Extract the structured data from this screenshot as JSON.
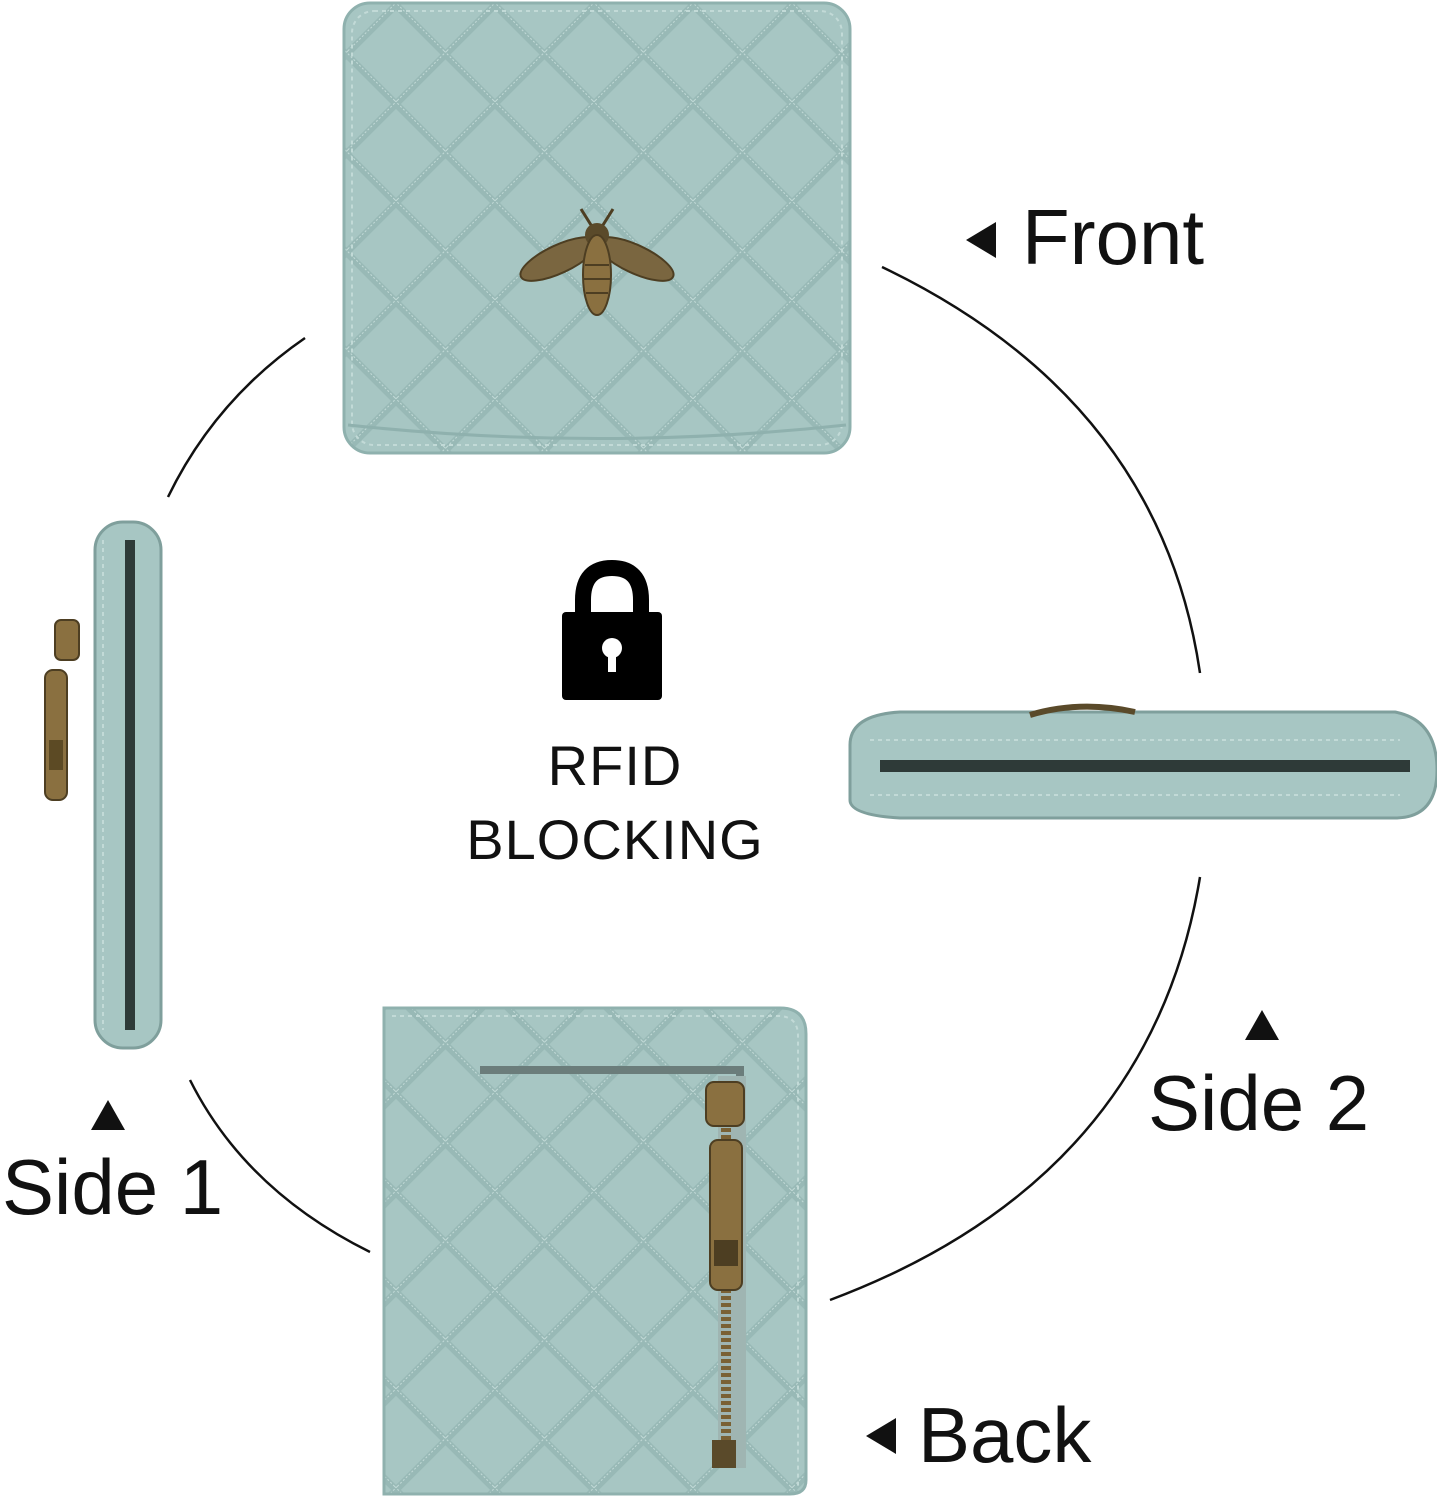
{
  "labels": {
    "front": "Front",
    "side1": "Side 1",
    "side2": "Side 2",
    "back": "Back"
  },
  "rfid": {
    "line1": "RFID",
    "line2": "BLOCKING"
  },
  "icons": [
    "lock-icon",
    "bee-emblem",
    "zipper"
  ],
  "colors": {
    "wallet": "#a7c6c3",
    "wallet_shade": "#8fb1ae",
    "stitch": "#b9d3d0",
    "hardware": "#8a7040",
    "text": "#111111",
    "ring": "#111111"
  }
}
